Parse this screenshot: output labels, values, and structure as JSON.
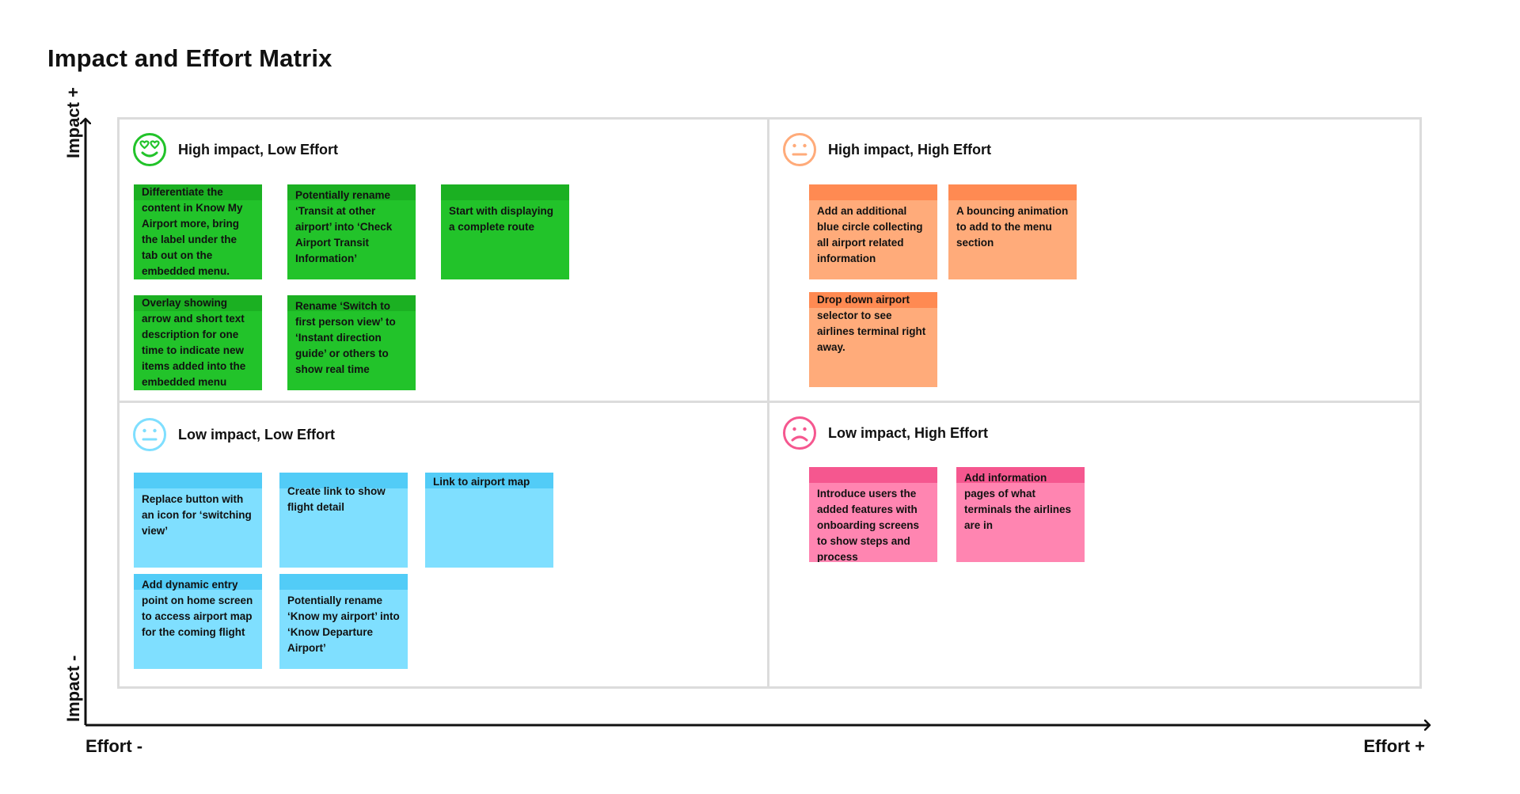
{
  "title": "Impact and Effort Matrix",
  "axes": {
    "impact_plus": "Impact +",
    "impact_minus": "Impact -",
    "effort_minus": "Effort -",
    "effort_plus": "Effort +"
  },
  "colors": {
    "green": "#22c32a",
    "orange": "#ffab7a",
    "blue": "#7fdfff",
    "pink": "#ff85b1"
  },
  "quadrants": [
    {
      "title": "High impact, Low Effort",
      "icon": "heart-eyes-face-icon",
      "notes": [
        "Differentiate the content in Know My Airport more, bring the label under the tab out on the embedded menu.",
        "Potentially rename ‘Transit at other airport’ into ‘Check Airport Transit Information’",
        "Start with displaying a complete route",
        "Overlay showing arrow and short text description for one time to indicate new items added into the embedded menu",
        "Rename ‘Switch to first person view’ to ‘Instant direction guide’ or others to show real time"
      ]
    },
    {
      "title": "High impact, High Effort",
      "icon": "neutral-face-icon",
      "notes": [
        "Add an additional blue circle collecting all airport related information",
        "A bouncing animation to add to the menu section",
        "Drop down airport selector to see airlines terminal right away."
      ]
    },
    {
      "title": "Low impact, Low Effort",
      "icon": "neutral-face-icon",
      "notes": [
        "Replace button with an icon for ‘switching view’",
        "Create link to show flight detail",
        "Link to airport map",
        "Add dynamic entry point on home screen to access airport map for the coming flight",
        "Potentially rename ‘Know my airport’ into ‘Know Departure Airport’"
      ]
    },
    {
      "title": "Low impact, High Effort",
      "icon": "sad-face-icon",
      "notes": [
        "Introduce users the added features with onboarding screens to show steps and process",
        "Add information pages of what terminals the airlines are in"
      ]
    }
  ]
}
